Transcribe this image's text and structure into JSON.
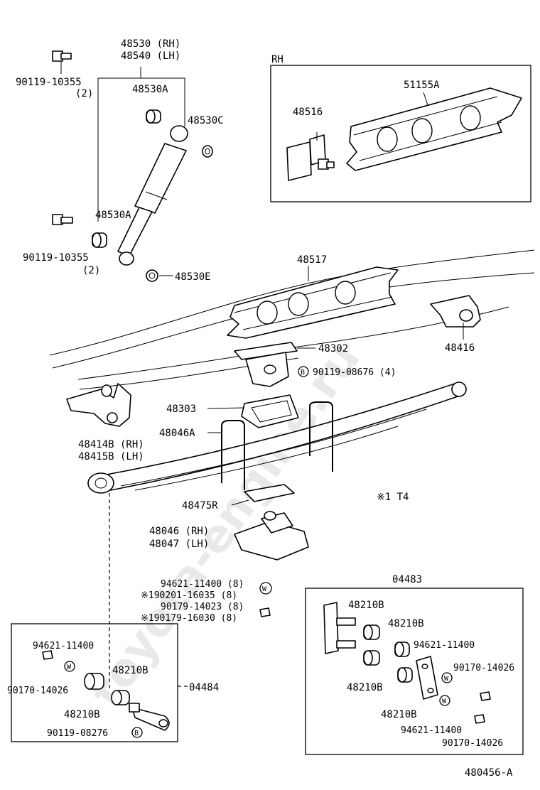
{
  "watermark": "toyota-engine.ru",
  "diagram_code": "480456-A",
  "note": "※1 T4",
  "rh_box_title": "RH",
  "parts": {
    "shock_rh": "48530 (RH)",
    "shock_lh": "48540 (LH)",
    "shock_bushing_a_top": "48530A",
    "shock_washer_c": "48530C",
    "shock_bushing_a_bottom": "48530A",
    "shock_washer_e": "48530E",
    "bolt_top": "90119-10355",
    "bolt_top_qty": "(2)",
    "bolt_bottom": "90119-10355",
    "bolt_bottom_qty": "(2)",
    "rh_bracket": "48516",
    "rh_crossmember": "51155A",
    "crossmember": "48517",
    "spring_seat": "48302",
    "bolt_spring_seat": "90119-08676 (4)",
    "rear_hanger": "48416",
    "front_hanger_rh": "48414B (RH)",
    "front_hanger_lh": "48415B (LH)",
    "bumper": "48303",
    "u_bolt": "48046A",
    "spring_plate": "48475R",
    "spring_seat_rh": "48046 (RH)",
    "spring_seat_lh": "48047 (LH)",
    "washer_1": "94621-11400 (8)",
    "washer_2": "※190201-16035 (8)",
    "nut_1": "90179-14023 (8)",
    "nut_2": "※190179-16030 (8)",
    "kit_right": "04483",
    "kit_left": "04484",
    "kr_bushing_1": "48210B",
    "kr_bushing_2": "48210B",
    "kr_bushing_3": "48210B",
    "kr_bushing_4": "48210B",
    "kr_washer_1": "94621-11400",
    "kr_nut_1": "90170-14026",
    "kr_washer_2": "94621-11400",
    "kr_nut_2": "90170-14026",
    "kl_washer": "94621-11400",
    "kl_nut": "90170-14026",
    "kl_bushing_1": "48210B",
    "kl_bushing_2": "48210B",
    "kl_bolt": "90119-08276"
  },
  "symbols": {
    "bolt_marker": "B",
    "washer_marker": "W"
  }
}
